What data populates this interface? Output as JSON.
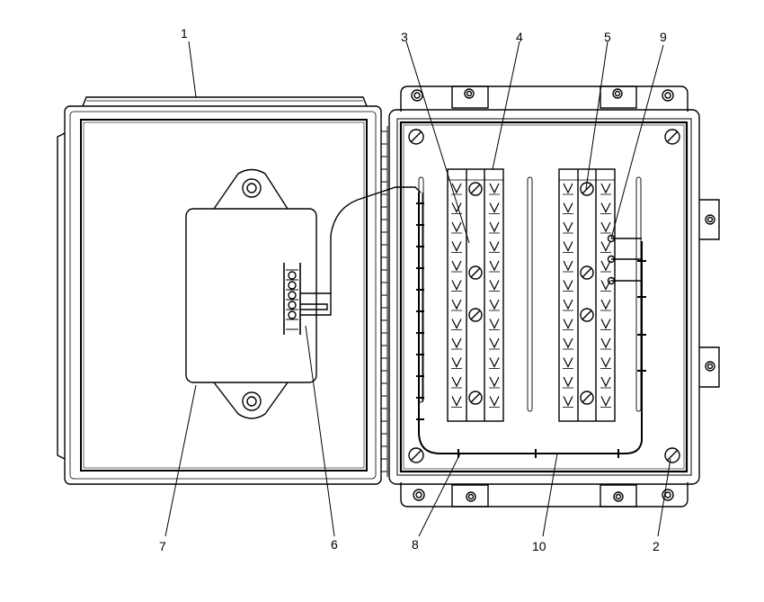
{
  "callouts": [
    {
      "id": "1",
      "label": "1"
    },
    {
      "id": "2",
      "label": "2"
    },
    {
      "id": "3",
      "label": "3"
    },
    {
      "id": "4",
      "label": "4"
    },
    {
      "id": "5",
      "label": "5"
    },
    {
      "id": "6",
      "label": "6"
    },
    {
      "id": "7",
      "label": "7"
    },
    {
      "id": "8",
      "label": "8"
    },
    {
      "id": "9",
      "label": "9"
    },
    {
      "id": "10",
      "label": "10"
    }
  ],
  "colors": {
    "stroke": "#000000",
    "background": "#ffffff"
  }
}
